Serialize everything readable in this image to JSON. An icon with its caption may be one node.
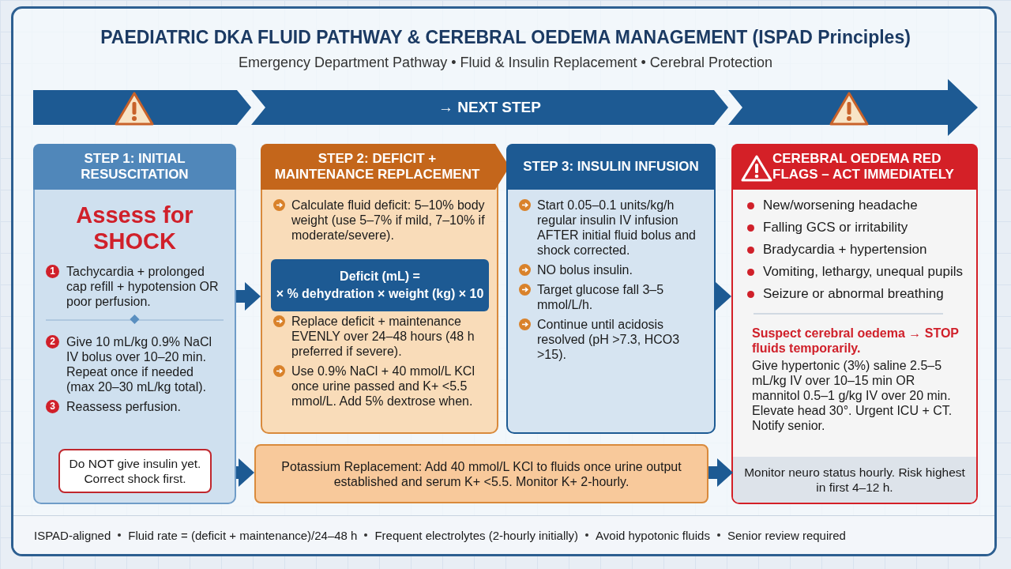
{
  "diagram": {
    "title": "PAEDIATRIC DKA FLUID PATHWAY & CEREBRAL OEDEMA MANAGEMENT (ISPAD Principles)",
    "caption": "Emergency Department Pathway • Fluid & Insulin Replacement • Cerebral Protection",
    "nodes": [
      {
        "text": [
          "→ NEXT STEP"
        ]
      },
      {
        "text": [
          "STEP 1: INITIAL RESUSCITATION",
          "Assess for SHOCK",
          "Tachycardia + prolonged cap refill + hypotension OR poor perfusion.",
          "Give 10 mL/kg 0.9% NaCl IV bolus over 10–20 min. Repeat once if needed (max 20–30 mL/kg total).",
          "Reassess perfusion."
        ]
      },
      {
        "text": [
          "Do NOT give insulin yet. Correct shock first."
        ],
        "in": 1
      },
      {
        "text": [
          "STEP 2: DEFICIT + MAINTENANCE REPLACEMENT",
          "Calculate fluid deficit: 5–10% body weight (use 5–7% if mild, 7–10% if moderate/severe).",
          "Replace deficit + maintenance EVENLY over 24–48 hours (48 h preferred if severe).",
          "Use 0.9% NaCl + 40 mmol/L KCl once urine passed and K+ <5.5 mmol/L. Add 5% dextrose when."
        ]
      },
      {
        "text": [
          "Deficit (mL) =",
          "× % dehydration × weight (kg) × 10"
        ],
        "in": 3
      },
      {
        "text": [
          "STEP 3: INSULIN INFUSION",
          "Start 0.05–0.1 units/kg/h regular insulin IV infusion AFTER initial fluid bolus and shock corrected.",
          "NO bolus insulin.",
          "Target glucose fall 3–5 mmol/L/h.",
          "Continue until acidosis resolved (pH >7.3, HCO3 >15)."
        ]
      },
      {
        "text": [
          "CEREBRAL OEDEMA RED FLAGS – ACT IMMEDIATELY",
          "New/worsening headache",
          "Falling GCS or irritability",
          "Bradycardia + hypertension",
          "Vomiting, lethargy, unequal pupils",
          "Seizure or abnormal breathing",
          "Suspect cerebral oedema → STOP fluids temporarily.",
          "Give hypertonic (3%) saline 2.5–5 mL/kg IV over 10–15 min OR mannitol 0.5–1 g/kg IV over 20 min. Elevate head 30°. Urgent ICU + CT. Notify senior."
        ]
      },
      {
        "text": [
          "Monitor neuro status hourly. Risk highest in first 4–12 h."
        ],
        "in": 6
      },
      {
        "text": [
          "Potassium Replacement: Add 40 mmol/L KCl to fluids once urine output established and serum K+ <5.5. Monitor K+ 2-hourly."
        ]
      }
    ],
    "edges": [
      {
        "from": 1,
        "to": 3,
        "arrow": "to"
      },
      {
        "from": 5,
        "to": 6,
        "arrow": "to"
      },
      {
        "from": 1,
        "to": 8,
        "arrow": "to"
      },
      {
        "from": 8,
        "to": 7,
        "arrow": "to"
      }
    ],
    "labels": [
      "1",
      "2",
      "3",
      "ISPAD-aligned",
      "Fluid rate = (deficit + maintenance)/24–48 h",
      "Frequent electrolytes (2-hourly initially)",
      "Avoid hypotonic fluids",
      "Senior review required"
    ]
  }
}
